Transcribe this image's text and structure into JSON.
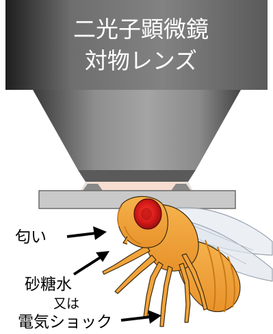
{
  "objective": {
    "line1": "二光子顕微鏡",
    "line2": "対物レンズ"
  },
  "labels": {
    "odor": "匂い",
    "sugar_water": "砂糖水",
    "or": "又は",
    "electric_shock": "電気ショック"
  },
  "colors": {
    "objective_light": "#7a7a7a",
    "objective_dark": "#2a2a2a",
    "cone_light": "#9a9a9a",
    "cone_dark": "#3c3c3c",
    "coverslip": "#c8c8c8",
    "water": "#f8d8cc",
    "fly_body": "#f2a33a",
    "fly_stripe": "#d98620",
    "fly_eye": "#d42020",
    "wing": "#dfe6ee",
    "arrow": "#000000"
  }
}
